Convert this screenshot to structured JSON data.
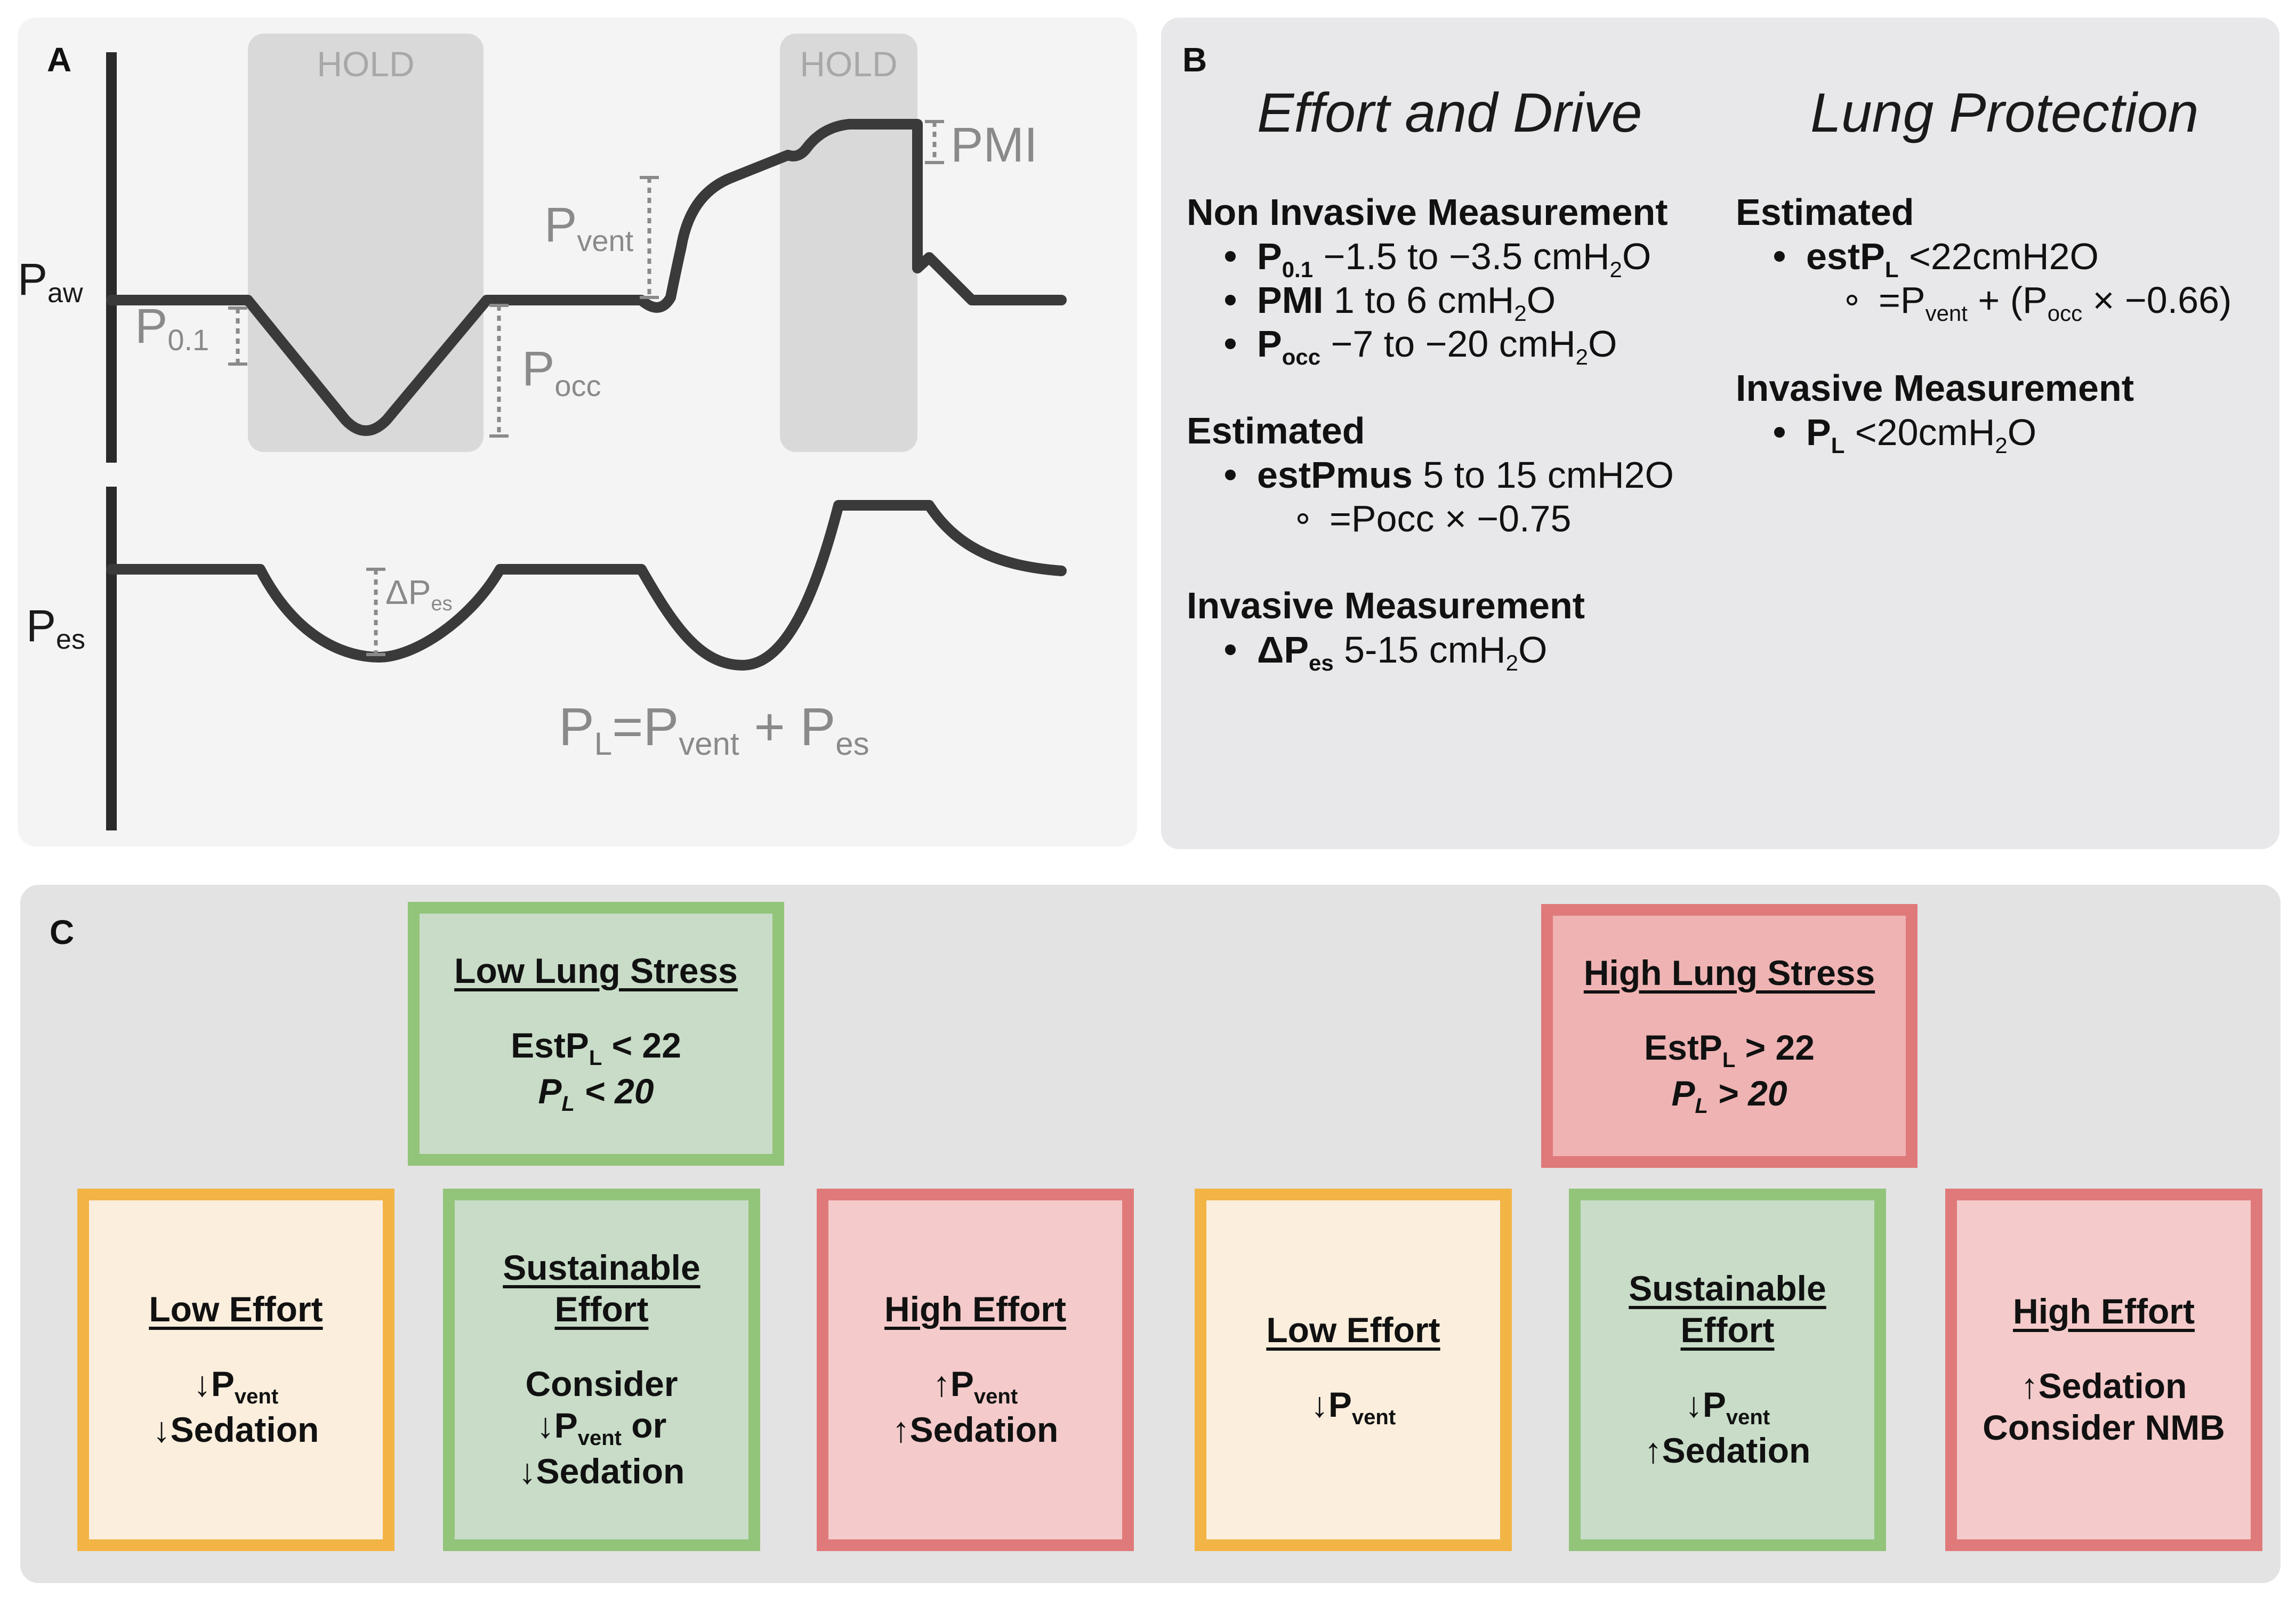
{
  "panel_a": {
    "label": "A",
    "hold1": "HOLD",
    "hold2": "HOLD",
    "paw": {
      "main": "P",
      "sub": "aw"
    },
    "pes": {
      "main": "P",
      "sub": "es"
    },
    "p01": {
      "main": "P",
      "sub": "0.1"
    },
    "pocc": {
      "main": "P",
      "sub": "occ"
    },
    "pvent": {
      "main": "P",
      "sub": "vent"
    },
    "pmi": "PMI",
    "dpes": {
      "main": "ΔP",
      "sub": "es"
    },
    "formula": {
      "a": "P",
      "a_sub": "L",
      "b": "=P",
      "b_sub": "vent",
      "c": " + P",
      "c_sub": "es"
    }
  },
  "panel_b": {
    "label": "B",
    "col1_title": "Effort and Drive",
    "col2_title": "Lung Protection",
    "nim_title": "Non Invasive Measurement",
    "nim": [
      {
        "b": "P",
        "bsub": "0.1",
        "t": " −1.5 to −3.5 cmH",
        "tsub": "2",
        "t2": "O"
      },
      {
        "b": "PMI",
        "t": " 1 to 6 cmH",
        "tsub": "2",
        "t2": "O"
      },
      {
        "b": "P",
        "bsub": "occ",
        "t": " −7 to −20 cmH",
        "tsub": "2",
        "t2": "O"
      }
    ],
    "est_title": "Estimated",
    "est": {
      "b": "estPmus",
      "t": " 5 to 15 cmH2O",
      "sub": "=Pocc × −0.75"
    },
    "inv_title": "Invasive Measurement",
    "inv": {
      "b": "ΔP",
      "bsub": "es",
      "t": " 5-15 cmH",
      "tsub": "2",
      "t2": "O"
    },
    "lp_est_title": "Estimated",
    "lp_est": {
      "b": "estP",
      "bsub": "L",
      "t": " <22cmH2O"
    },
    "lp_est_sub": {
      "a": "=P",
      "asub": "vent",
      "b": " + (P",
      "bsub": "occ",
      "c": " × −0.66)"
    },
    "lp_inv_title": "Invasive Measurement",
    "lp_inv": {
      "b": "P",
      "bsub": "L",
      "t": " <20cmH",
      "tsub": "2",
      "t2": "O"
    }
  },
  "panel_c": {
    "label": "C",
    "low_stress": {
      "title": "Low Lung Stress",
      "l1a": "EstP",
      "l1sub": "L",
      "l1b": " < 22",
      "l2a": "P",
      "l2sub": "L",
      "l2b": " < 20"
    },
    "high_stress": {
      "title": "High Lung Stress",
      "l1a": "EstP",
      "l1sub": "L",
      "l1b": " > 22",
      "l2a": "P",
      "l2sub": "L",
      "l2b": " > 20"
    },
    "b1": {
      "title": "Low Effort",
      "l1a": "↓P",
      "l1sub": "vent",
      "l2": "↓Sedation"
    },
    "b2": {
      "title1": "Sustainable",
      "title2": "Effort",
      "l0": "Consider",
      "l1a": "↓P",
      "l1sub": "vent",
      "l1b": " or",
      "l2": "↓Sedation"
    },
    "b3": {
      "title": "High Effort",
      "l1a": "↑P",
      "l1sub": "vent",
      "l2": "↑Sedation"
    },
    "b4": {
      "title": "Low Effort",
      "l1a": "↓P",
      "l1sub": "vent"
    },
    "b5": {
      "title1": "Sustainable",
      "title2": "Effort",
      "l1a": "↓P",
      "l1sub": "vent",
      "l2": "↑Sedation"
    },
    "b6": {
      "title": "High Effort",
      "l1": "↑Sedation",
      "l2": "Consider NMB"
    }
  },
  "colors": {
    "green_fill": "#c8dcc8",
    "green_border": "#92c47a",
    "red_border": "#e07a7a",
    "yellow_border": "#f2b445",
    "trace": "#3a3a3a",
    "annotation": "#8a8a8a"
  }
}
